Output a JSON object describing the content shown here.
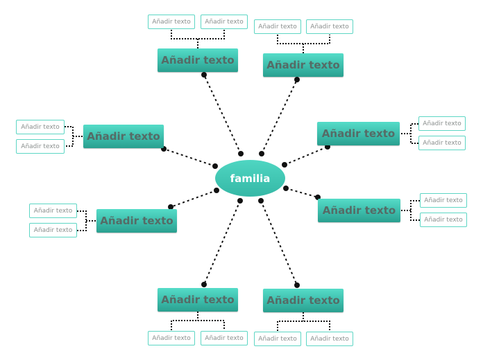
{
  "center": {
    "label": "familia"
  },
  "branches": [
    {
      "id": "top-left",
      "label": "Añadir texto",
      "leaves": [
        "Añadir texto",
        "Añadir texto"
      ]
    },
    {
      "id": "top-right",
      "label": "Añadir texto",
      "leaves": [
        "Añadir texto",
        "Añadir texto"
      ]
    },
    {
      "id": "mid-left",
      "label": "Añadir texto",
      "leaves": [
        "Añadir texto",
        "Añadir texto"
      ]
    },
    {
      "id": "mid-right",
      "label": "Añadir texto",
      "leaves": [
        "Añadir texto",
        "Añadir texto"
      ]
    },
    {
      "id": "low-left",
      "label": "Añadir texto",
      "leaves": [
        "Añadir texto",
        "Añadir texto"
      ]
    },
    {
      "id": "low-right",
      "label": "Añadir texto",
      "leaves": [
        "Añadir texto",
        "Añadir texto"
      ]
    },
    {
      "id": "bot-left",
      "label": "Añadir texto",
      "leaves": [
        "Añadir texto",
        "Añadir texto"
      ]
    },
    {
      "id": "bot-right",
      "label": "Añadir texto",
      "leaves": [
        "Añadir texto",
        "Añadir texto"
      ]
    }
  ],
  "colors": {
    "accent": "#3ab9a8",
    "leaf_border": "#5dd6c4",
    "connector": "#111111"
  }
}
